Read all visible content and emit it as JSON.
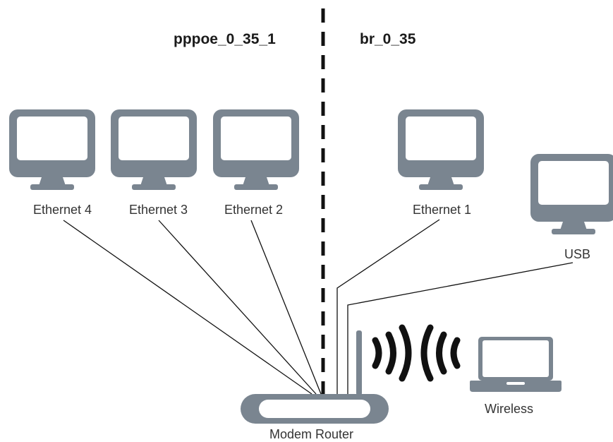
{
  "zones": {
    "left_title": "pppoe_0_35_1",
    "right_title": "br_0_35"
  },
  "devices": {
    "ethernet4_label": "Ethernet 4",
    "ethernet3_label": "Ethernet 3",
    "ethernet2_label": "Ethernet 2",
    "ethernet1_label": "Ethernet 1",
    "usb_label": "USB",
    "wireless_label": "Wireless",
    "router_label": "Modem Router"
  },
  "colors": {
    "device_fill": "#7a8590",
    "screen_fill": "#ffffff",
    "cable": "#111111",
    "divider": "#111111",
    "wifi_waves": "#111111"
  },
  "icons": {
    "monitor": "monitor-icon",
    "laptop": "laptop-icon",
    "router": "router-icon",
    "wifi": "wifi-waves-icon"
  }
}
